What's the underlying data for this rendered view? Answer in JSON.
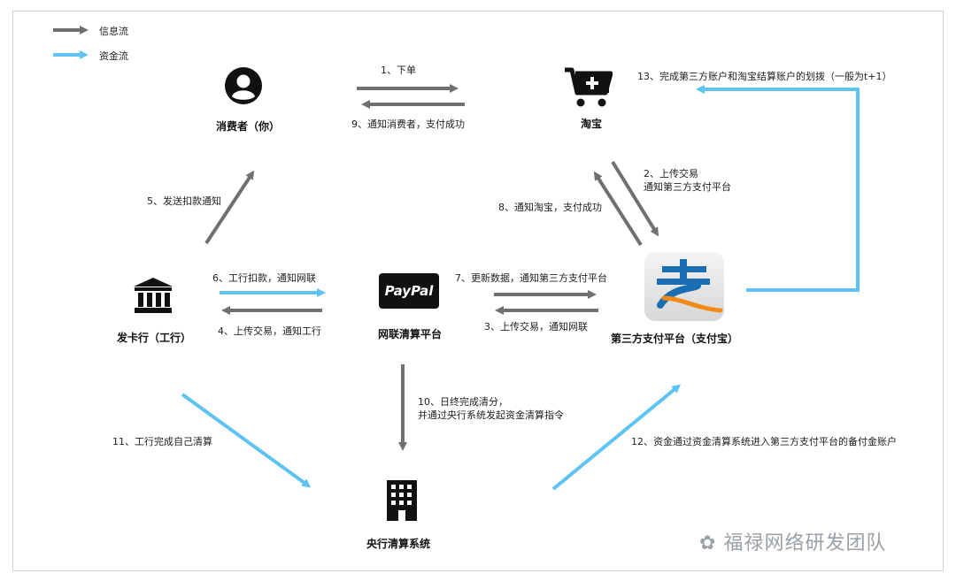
{
  "legend": {
    "info_flow": "信息流",
    "money_flow": "资金流",
    "colors": {
      "info": "#707070",
      "money": "#5ec3f2"
    }
  },
  "nodes": {
    "consumer": "消费者（你）",
    "taobao": "淘宝",
    "bank": "发卡行（工行）",
    "unionpay": "网联清算平台",
    "alipay": "第三方支付平台（支付宝）",
    "central_bank": "央行清算系统"
  },
  "icons": {
    "consumer": "user-circle-icon",
    "taobao": "shopping-cart-icon",
    "bank": "bank-building-icon",
    "unionpay": "paypal-logo",
    "alipay": "alipay-logo",
    "central_bank": "office-building-icon"
  },
  "logos": {
    "paypal": "PayPal"
  },
  "steps": {
    "s1": "1、下单",
    "s2_line1": "2、上传交易",
    "s2_line2": "通知第三方支付平台",
    "s3": "3、上传交易，通知网联",
    "s4": "4、上传交易，通知工行",
    "s5": "5、发送扣款通知",
    "s6": "6、工行扣款，通知网联",
    "s7": "7、更新数据，通知第三方支付平台",
    "s8": "8、通知淘宝，支付成功",
    "s9": "9、通知消费者，支付成功",
    "s10_line1": "10、日终完成清分，",
    "s10_line2": "并通过央行系统发起资金清算指令",
    "s11": "11、工行完成自己清算",
    "s12": "12、资金通过资金清算系统进入第三方支付平台的备付金账户",
    "s13": "13、完成第三方账户和淘宝结算账户的划拨（一般为t+1）"
  },
  "watermark": "福禄网络研发团队"
}
